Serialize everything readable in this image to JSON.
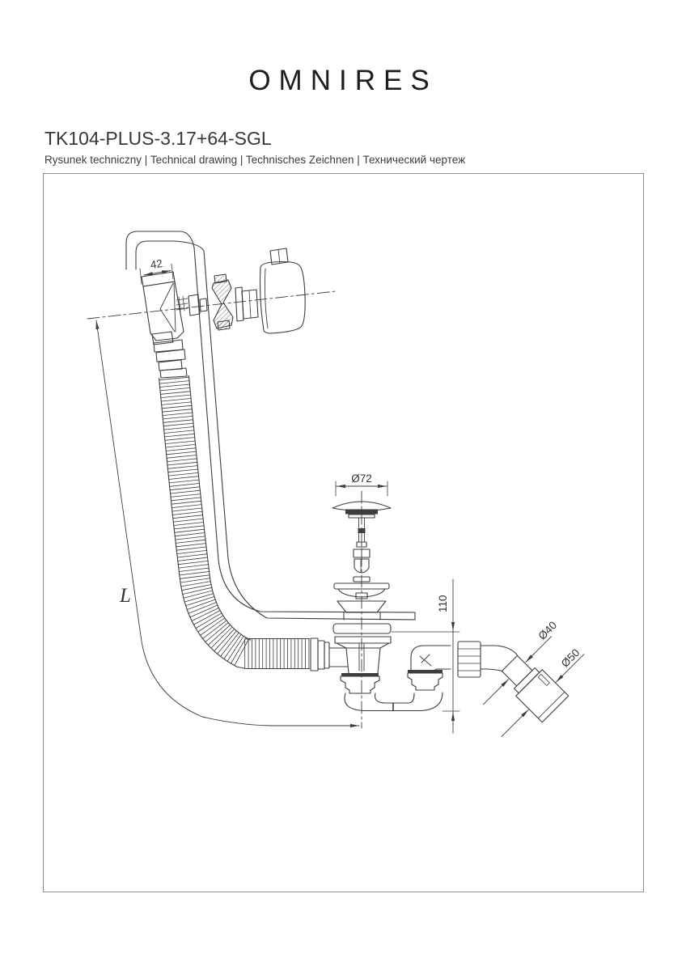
{
  "brand": {
    "logo": "OMNIRES"
  },
  "product": {
    "code": "TK104-PLUS-3.17+64-SGL",
    "subtitle": "Rysunek techniczny | Technical drawing | Technisches Zeichnen | Технический чертеж"
  },
  "drawing": {
    "labels": {
      "overflow_width": "42",
      "plug_diameter": "Ø72",
      "drain_height": "110",
      "outlet_small": "Ø40",
      "outlet_large": "Ø50",
      "hose_length": "L"
    },
    "colors": {
      "line": "#3d3d3d",
      "frame_border": "#8c8c8c"
    }
  }
}
